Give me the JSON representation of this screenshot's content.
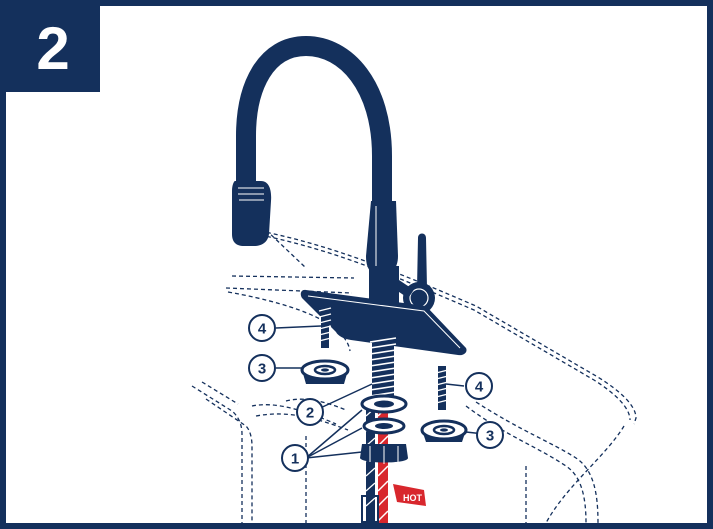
{
  "step": {
    "number": "2"
  },
  "callouts": {
    "aerator_rings": "1",
    "threaded_shank": "2",
    "mounting_nut": "3",
    "mounting_bolt": "4"
  },
  "supply_lines": {
    "hot_tag": "HOT"
  },
  "colors": {
    "navy": "#14305c",
    "hot_red": "#d8272d",
    "white": "#ffffff"
  }
}
